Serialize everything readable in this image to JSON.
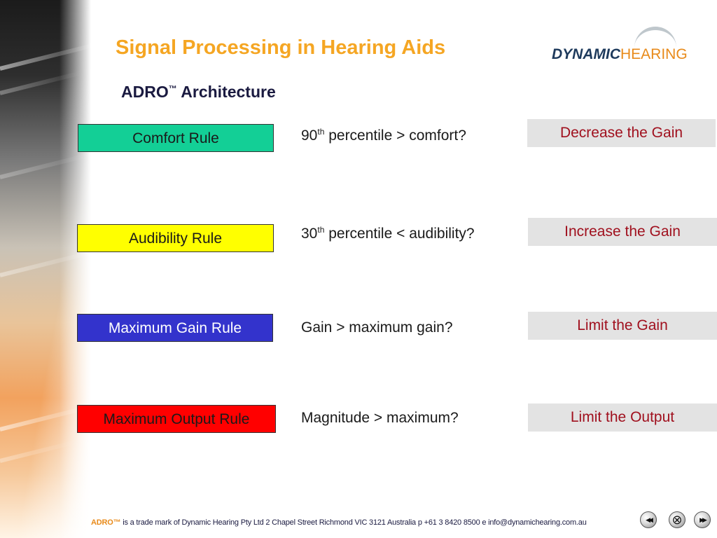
{
  "title": "Signal Processing in Hearing Aids",
  "subtitle": {
    "main": "ADRO",
    "tm": "™",
    "rest": " Architecture"
  },
  "logo": {
    "part1": "DYNAMIC",
    "part2": "HEARING"
  },
  "rules": [
    {
      "label": "Comfort Rule",
      "color": "#13cf96"
    },
    {
      "label": "Audibility Rule",
      "color": "#ffff00"
    },
    {
      "label": "Maximum Gain Rule",
      "color": "#3333cc"
    },
    {
      "label": "Maximum Output Rule",
      "color": "#ff0000"
    }
  ],
  "conditions": [
    {
      "num": "90",
      "sup": "th",
      "text": " percentile > comfort?"
    },
    {
      "num": "30",
      "sup": "th",
      "text": " percentile < audibility?"
    },
    {
      "text": "Gain > maximum gain?"
    },
    {
      "text": "Magnitude > maximum?"
    }
  ],
  "actions": [
    "Decrease the Gain",
    "Increase the Gain",
    "Limit the Gain",
    "Limit the Output"
  ],
  "footer": {
    "brand": "ADRO™",
    "text": " is a trade mark of Dynamic Hearing Pty Ltd  2 Chapel Street Richmond VIC 3121 Australia p +61 3 8420 8500  e info@dynamichearing.com.au"
  },
  "nav": {
    "prev_icon": "◀◀",
    "close_icon": "⊗",
    "next_icon": "▶▶"
  },
  "colors": {
    "title": "#f5a623",
    "action_text": "#a0101e",
    "action_bg": "#e3e3e3"
  }
}
